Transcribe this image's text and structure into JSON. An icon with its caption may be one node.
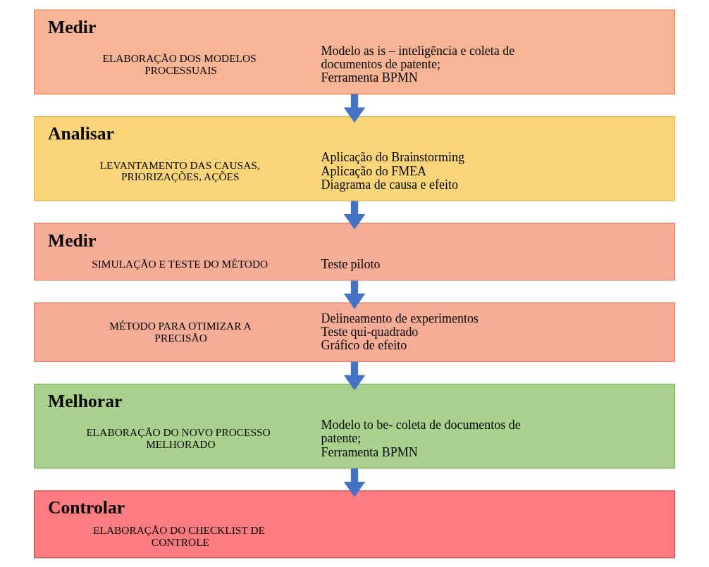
{
  "diagram": {
    "nodes": [
      {
        "text": [
          "Medir",
          "ELABORAÇÃO DOS MODELOS PROCESSUAIS",
          "Modelo as is – inteligência e coleta de documentos de patente;",
          "Ferramenta BPMN"
        ]
      },
      {
        "text": [
          "Analisar",
          "LEVANTAMENTO DAS CAUSAS, PRIORIZAÇÕES, AÇÕES",
          "Aplicação do Brainstorming",
          "Aplicação do FMEA",
          "Diagrama de causa e efeito"
        ]
      },
      {
        "text": [
          "Medir",
          "SIMULAÇÃO E TESTE DO MÉTODO",
          "Teste piloto"
        ]
      },
      {
        "text": [
          "MÉTODO PARA OTIMIZAR A PRECISÃO",
          "Delineamento de experimentos",
          "Teste qui-quadrado",
          "Gráfico de efeito"
        ]
      },
      {
        "text": [
          "Melhorar",
          "ELABORAÇÃO DO NOVO PROCESSO MELHORADO",
          "Modelo to be- coleta de documentos de patente;",
          "Ferramenta BPMN"
        ]
      },
      {
        "text": [
          "Controlar",
          "ELABORAÇÃO DO CHECKLIST DE CONTROLE"
        ]
      }
    ],
    "edges": [
      {
        "from": 0,
        "to": 1,
        "arrow": "to"
      },
      {
        "from": 1,
        "to": 2,
        "arrow": "to"
      },
      {
        "from": 2,
        "to": 3,
        "arrow": "to"
      },
      {
        "from": 3,
        "to": 4,
        "arrow": "to"
      },
      {
        "from": 4,
        "to": 5,
        "arrow": "to"
      }
    ]
  }
}
